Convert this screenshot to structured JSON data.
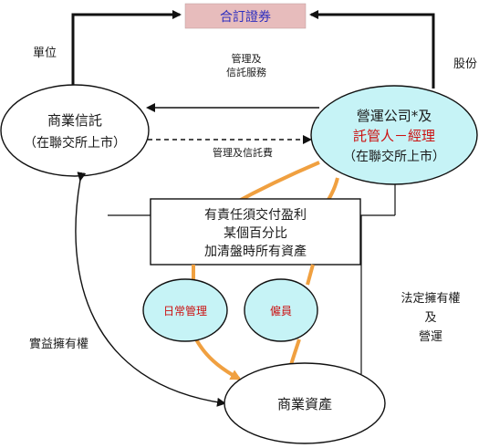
{
  "colors": {
    "stapled_box": "#e7bcbc",
    "stapled_text": "#2f2fbf",
    "operator_fill": "#c6f3f6",
    "trustee_red": "#cc1111",
    "circle_fill": "#c6f3f6",
    "circle_text": "#cc1111",
    "orange_arrow": "#f0a040",
    "line": "#111111"
  },
  "nodes": {
    "stapled": "合訂證券",
    "reit": {
      "line1": "商業信託",
      "line2": "（在聯交所上市）"
    },
    "operator": {
      "line1": "營運公司*及",
      "line2": "託管人－經理",
      "line3": "（在聯交所上市）"
    },
    "distribution_box": {
      "line1": "有責任須交付盈利",
      "line2": "某個百分比",
      "line3": "加清盤時所有資產"
    },
    "daily_management": "日常管理",
    "employees": "僱員",
    "assets": "商業資產"
  },
  "labels": {
    "units": "單位",
    "shares": "股份",
    "mgmt_services_1": "管理及",
    "mgmt_services_2": "信託服務",
    "mgmt_fee": "管理及信託費",
    "beneficial": "實益擁有權",
    "legal_1": "法定擁有權",
    "legal_2": "及",
    "legal_3": "營運"
  }
}
